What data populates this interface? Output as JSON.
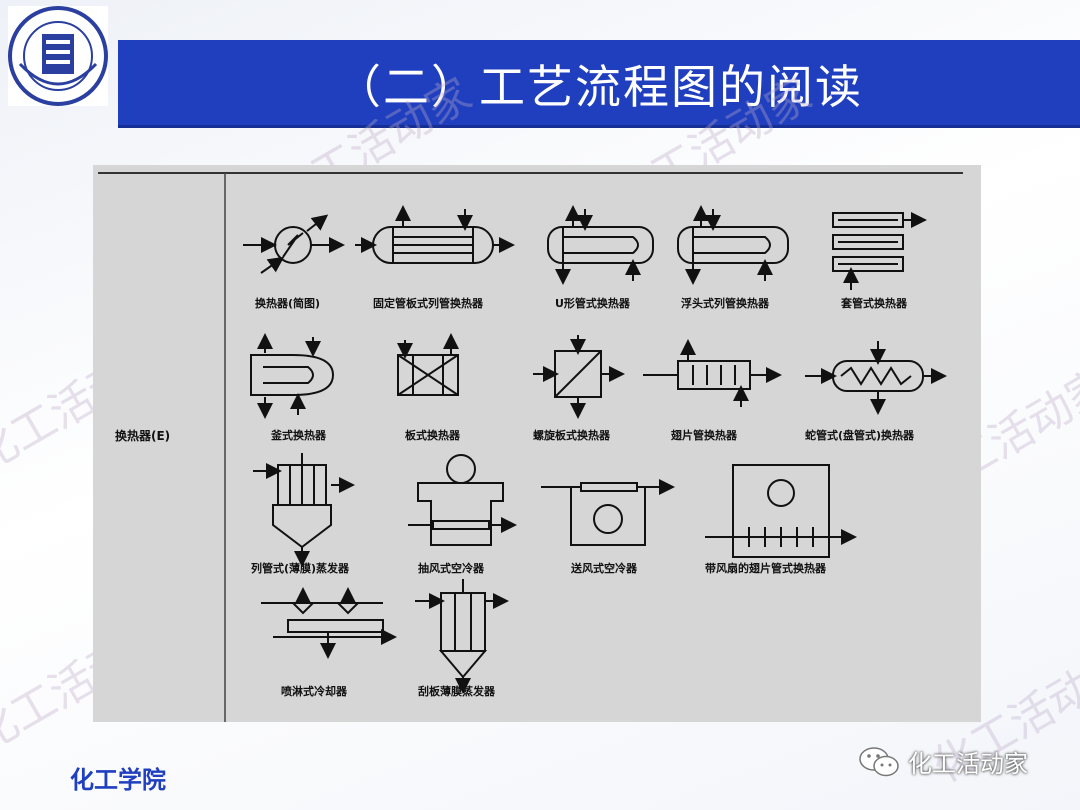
{
  "slide": {
    "title": "（二）工艺流程图的阅读",
    "footer_left": "化工学院",
    "footer_right": "化工活动家",
    "watermark_text": "化工活动家",
    "colors": {
      "title_bar": "#1f3fbf",
      "footer_text": "#1f3fbf"
    }
  },
  "figure": {
    "row_label": "换热器(E)",
    "symbols": [
      "换热器(简图)",
      "固定管板式列管换热器",
      "U形管式换热器",
      "浮头式列管换热器",
      "套管式换热器",
      "釜式换热器",
      "板式换热器",
      "螺旋板式换热器",
      "翅片管换热器",
      "蛇管式(盘管式)换热器",
      "列管式(薄膜)蒸发器",
      "抽风式空冷器",
      "送风式空冷器",
      "带风扇的翅片管式换热器",
      "喷淋式冷却器",
      "刮板薄膜蒸发器"
    ]
  },
  "icons": {
    "logo": "university-seal-icon",
    "wechat": "wechat-icon"
  }
}
